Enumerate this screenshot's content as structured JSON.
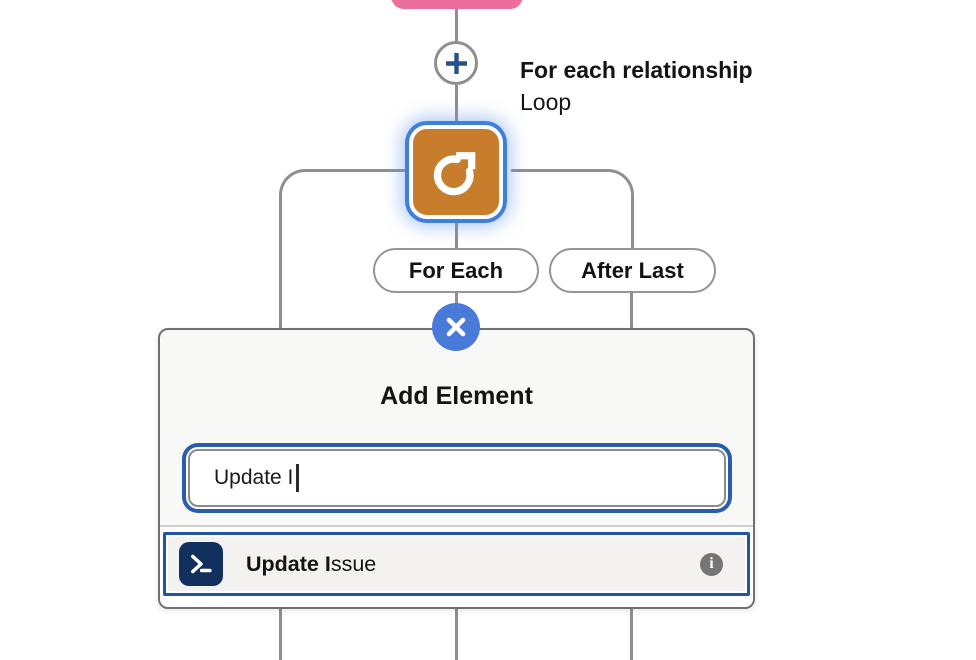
{
  "node": {
    "title": "For each relationship",
    "subtitle": "Loop"
  },
  "branches": {
    "for_each": "For Each",
    "after_last": "After Last"
  },
  "popup": {
    "title": "Add Element",
    "search": {
      "value": "Update I"
    },
    "results": [
      {
        "match": "Update I",
        "rest": "ssue",
        "icon": "apex-action-icon"
      }
    ]
  },
  "icons": {
    "info_glyph": "i"
  },
  "colors": {
    "loop_orange": "#C87D2D",
    "focus_ring_blue": "#3E7FDE",
    "input_focus_blue": "#2A5CAB",
    "selection_blue": "#2155A3",
    "close_button_blue": "#4A7AD9",
    "connector_gray": "#8F8F8F",
    "pink_node": "#EC6E9B",
    "action_icon_navy": "#12305E"
  }
}
